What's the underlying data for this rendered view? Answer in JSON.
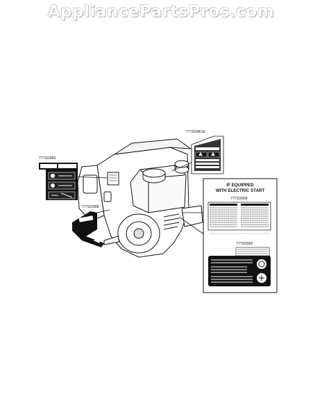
{
  "watermark": "AppliancePartsPros.com",
  "callouts": {
    "top_decal": "777I22961E",
    "left_decal": "777I22960",
    "lower_left_decal": "777I22998",
    "box_decal_upper": "777I22928",
    "box_decal_lower": "777I22992"
  },
  "electric_start_box": {
    "title_line1": "IF EQUIPPED",
    "title_line2": "WITH ELECTRIC START"
  },
  "colors": {
    "line": "#111111",
    "decal_dark": "#111111",
    "paper": "#ffffff"
  }
}
